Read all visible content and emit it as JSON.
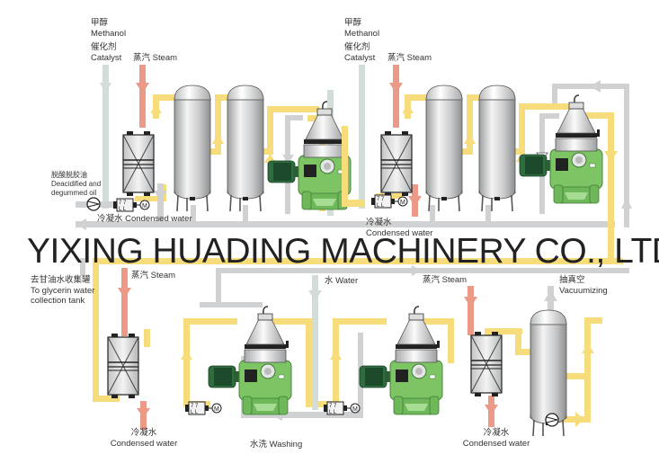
{
  "title": "Biodiesel refining process flow diagram",
  "watermark": "YIXING HUADING MACHINERY CO., LTD.",
  "colors": {
    "oil_line": "#f6dc7a",
    "steam_line": "#ec9a88",
    "water_line": "#d3ddd8",
    "return_line": "#cfd1d3",
    "separator_body": "#7cc464",
    "separator_dark": "#3f8a3a",
    "motor": "#2f7a44",
    "tank": "#c9cbcd"
  },
  "labels": {
    "methanol_1": {
      "zh": "甲醇",
      "en": "Methanol"
    },
    "catalyst_1": {
      "zh": "催化剂",
      "en": "Catalyst"
    },
    "steam_1": "蒸汽 Steam",
    "feed_oil": {
      "zh": "脱酸脱胶油",
      "en1": "Deacidified and",
      "en2": "degummed oil"
    },
    "condensed_1": "冷凝水 Condensed water",
    "methanol_2": {
      "zh": "甲醇",
      "en": "Methanol"
    },
    "catalyst_2": {
      "zh": "催化剂",
      "en": "Catalyst"
    },
    "steam_2": "蒸汽 Steam",
    "condensed_2": {
      "zh": "冷凝水",
      "en": "Condensed water"
    },
    "glycerin": {
      "zh": "去甘油水收集罐",
      "en1": "To glycerin water",
      "en2": "collection tank"
    },
    "steam_3": "蒸汽 Steam",
    "water": "水 Water",
    "steam_4": "蒸汽 Steam",
    "vacuum": {
      "zh": "抽真空",
      "en": "Vacuumizing"
    },
    "condensed_3": {
      "zh": "冷凝水",
      "en": "Condensed water"
    },
    "washing": "水洗 Washing",
    "condensed_4": {
      "zh": "冷凝水",
      "en": "Condensed water"
    }
  },
  "equipment": [
    {
      "id": "heat-exchanger-1",
      "type": "heat-exchanger"
    },
    {
      "id": "reactor-tank-1a",
      "type": "tank"
    },
    {
      "id": "reactor-tank-1b",
      "type": "tank"
    },
    {
      "id": "separator-1",
      "type": "disc-separator"
    },
    {
      "id": "heat-exchanger-2",
      "type": "heat-exchanger"
    },
    {
      "id": "reactor-tank-2a",
      "type": "tank"
    },
    {
      "id": "reactor-tank-2b",
      "type": "tank"
    },
    {
      "id": "separator-2",
      "type": "disc-separator"
    },
    {
      "id": "heat-exchanger-3",
      "type": "heat-exchanger"
    },
    {
      "id": "separator-3",
      "type": "disc-separator"
    },
    {
      "id": "separator-4",
      "type": "disc-separator"
    },
    {
      "id": "heat-exchanger-4",
      "type": "heat-exchanger"
    },
    {
      "id": "vacuum-drying-tank",
      "type": "tank"
    }
  ]
}
